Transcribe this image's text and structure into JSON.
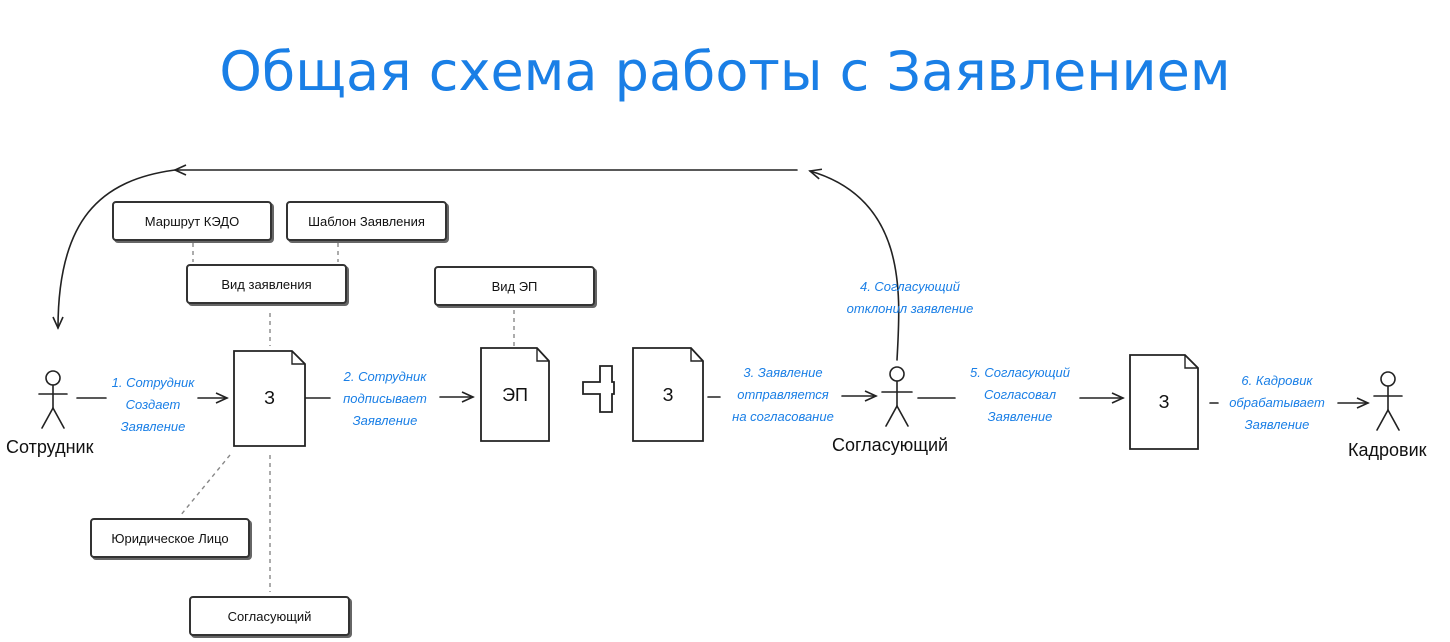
{
  "title": "Общая схема работы с Заявлением",
  "actors": {
    "employee": "Сотрудник",
    "approver": "Согласующий",
    "hr": "Кадровик"
  },
  "boxes": {
    "route": "Маршрут КЭДО",
    "template": "Шаблон Заявления",
    "kind": "Вид заявления",
    "sign_kind": "Вид ЭП",
    "legal_entity": "Юридическое Лицо",
    "approver": "Согласующий"
  },
  "documents": {
    "application": "З",
    "signature": "ЭП"
  },
  "steps": {
    "s1": "1. Сотрудник\nСоздает\nЗаявление",
    "s2": "2. Сотрудник\nподписывает\nЗаявление",
    "s3": "3. Заявление\nотправляется\nна согласование",
    "s4": "4. Согласующий\nотклонил заявление",
    "s5": "5. Согласующий\nСогласовал\nЗаявление",
    "s6": "6. Кадровик\nобрабатывает\nЗаявление"
  },
  "colors": {
    "accent": "#1a7fe6",
    "stroke": "#222222"
  }
}
